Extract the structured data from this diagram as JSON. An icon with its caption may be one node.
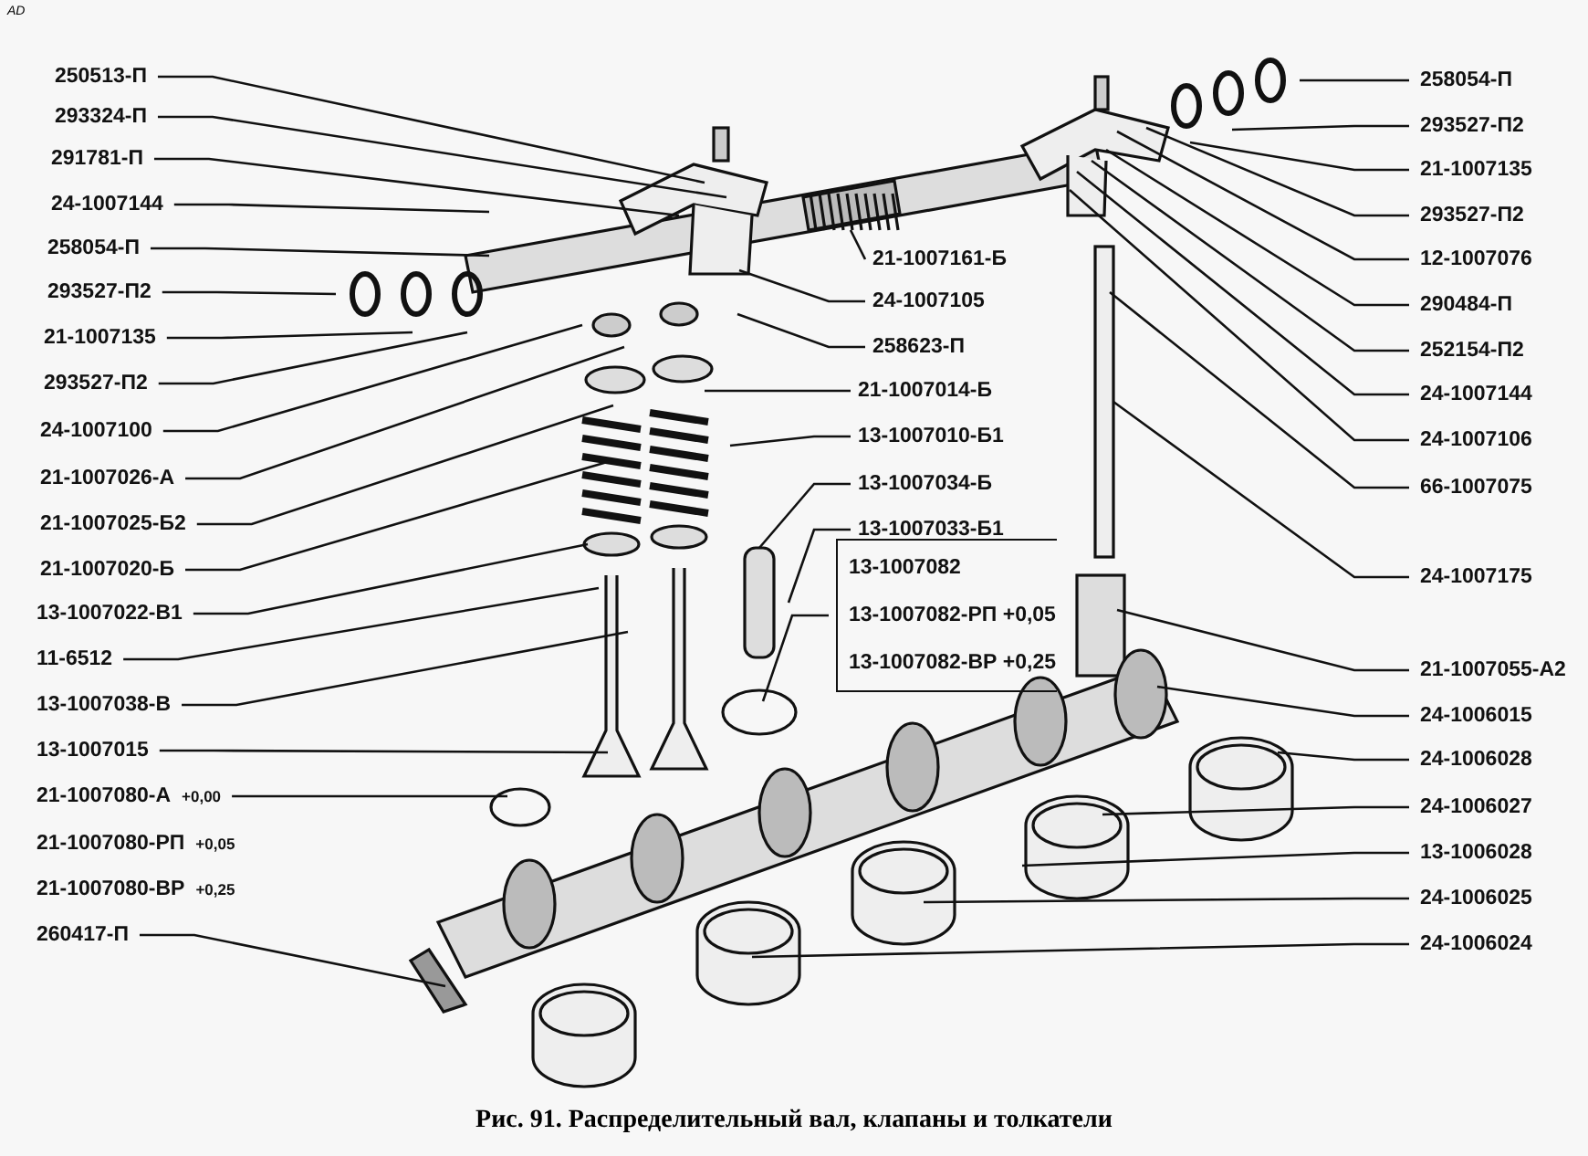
{
  "diagram": {
    "caption": "Рис. 91. Распределительный вал, клапаны и толкатели",
    "nodes": [
      {
        "text": [
          "250513-П"
        ]
      },
      {
        "text": [
          "293324-П"
        ]
      },
      {
        "text": [
          "291781-П"
        ]
      },
      {
        "text": [
          "24-1007144"
        ]
      },
      {
        "text": [
          "258054-П"
        ]
      },
      {
        "text": [
          "293527-П2"
        ]
      },
      {
        "text": [
          "21-1007135"
        ]
      },
      {
        "text": [
          "293527-П2"
        ]
      },
      {
        "text": [
          "24-1007100"
        ]
      },
      {
        "text": [
          "21-1007026-А"
        ]
      },
      {
        "text": [
          "21-1007025-Б2"
        ]
      },
      {
        "text": [
          "21-1007020-Б"
        ]
      },
      {
        "text": [
          "13-1007022-В1"
        ]
      },
      {
        "text": [
          "11-6512"
        ]
      },
      {
        "text": [
          "13-1007038-В"
        ]
      },
      {
        "text": [
          "13-1007015"
        ]
      },
      {
        "text": [
          "21-1007080-А",
          "+0,00"
        ]
      },
      {
        "text": [
          "21-1007080-РП",
          "+0,05"
        ]
      },
      {
        "text": [
          "21-1007080-ВР",
          "+0,25"
        ]
      },
      {
        "text": [
          "260417-П"
        ]
      },
      {
        "text": [
          "21-1007161-Б"
        ]
      },
      {
        "text": [
          "24-1007105"
        ]
      },
      {
        "text": [
          "258623-П"
        ]
      },
      {
        "text": [
          "21-1007014-Б"
        ]
      },
      {
        "text": [
          "13-1007010-Б1"
        ]
      },
      {
        "text": [
          "13-1007034-Б"
        ]
      },
      {
        "text": [
          "13-1007033-Б1"
        ]
      },
      {
        "text": [
          "13-1007082",
          "13-1007082-РП +0,05",
          "13-1007082-ВР +0,25"
        ]
      },
      {
        "text": [
          "258054-П"
        ]
      },
      {
        "text": [
          "293527-П2"
        ]
      },
      {
        "text": [
          "21-1007135"
        ]
      },
      {
        "text": [
          "293527-П2"
        ]
      },
      {
        "text": [
          "12-1007076"
        ]
      },
      {
        "text": [
          "290484-П"
        ]
      },
      {
        "text": [
          "252154-П2"
        ]
      },
      {
        "text": [
          "24-1007144"
        ]
      },
      {
        "text": [
          "24-1007106"
        ]
      },
      {
        "text": [
          "66-1007075"
        ]
      },
      {
        "text": [
          "24-1007175"
        ]
      },
      {
        "text": [
          "21-1007055-А2"
        ]
      },
      {
        "text": [
          "24-1006015"
        ]
      },
      {
        "text": [
          "24-1006028"
        ]
      },
      {
        "text": [
          "24-1006027"
        ]
      },
      {
        "text": [
          "13-1006028"
        ]
      },
      {
        "text": [
          "24-1006025"
        ]
      },
      {
        "text": [
          "24-1006024"
        ]
      }
    ],
    "edges": [
      {
        "from": 0,
        "to": null,
        "arrow": "none"
      },
      {
        "from": 1,
        "to": null,
        "arrow": "none"
      },
      {
        "from": 2,
        "to": null,
        "arrow": "none"
      },
      {
        "from": 3,
        "to": null,
        "arrow": "none"
      },
      {
        "from": 4,
        "to": null,
        "arrow": "none"
      },
      {
        "from": 5,
        "to": null,
        "arrow": "none"
      },
      {
        "from": 6,
        "to": null,
        "arrow": "none"
      },
      {
        "from": 7,
        "to": null,
        "arrow": "none"
      },
      {
        "from": 8,
        "to": null,
        "arrow": "none"
      },
      {
        "from": 9,
        "to": null,
        "arrow": "none"
      },
      {
        "from": 10,
        "to": null,
        "arrow": "none"
      },
      {
        "from": 11,
        "to": null,
        "arrow": "none"
      },
      {
        "from": 12,
        "to": null,
        "arrow": "none"
      },
      {
        "from": 13,
        "to": null,
        "arrow": "none"
      },
      {
        "from": 14,
        "to": null,
        "arrow": "none"
      },
      {
        "from": 15,
        "to": null,
        "arrow": "none"
      },
      {
        "from": 16,
        "to": null,
        "arrow": "none"
      },
      {
        "from": 19,
        "to": null,
        "arrow": "none"
      },
      {
        "from": 20,
        "to": null,
        "arrow": "none"
      },
      {
        "from": 21,
        "to": null,
        "arrow": "none"
      },
      {
        "from": 22,
        "to": null,
        "arrow": "none"
      },
      {
        "from": 23,
        "to": null,
        "arrow": "none"
      },
      {
        "from": 24,
        "to": null,
        "arrow": "none"
      },
      {
        "from": 25,
        "to": null,
        "arrow": "none"
      },
      {
        "from": 26,
        "to": null,
        "arrow": "none"
      },
      {
        "from": 27,
        "to": null,
        "arrow": "none"
      },
      {
        "from": 28,
        "to": null,
        "arrow": "none"
      },
      {
        "from": 29,
        "to": null,
        "arrow": "none"
      },
      {
        "from": 30,
        "to": null,
        "arrow": "none"
      },
      {
        "from": 31,
        "to": null,
        "arrow": "none"
      },
      {
        "from": 32,
        "to": null,
        "arrow": "none"
      },
      {
        "from": 33,
        "to": null,
        "arrow": "none"
      },
      {
        "from": 34,
        "to": null,
        "arrow": "none"
      },
      {
        "from": 35,
        "to": null,
        "arrow": "none"
      },
      {
        "from": 36,
        "to": null,
        "arrow": "none"
      },
      {
        "from": 37,
        "to": null,
        "arrow": "none"
      },
      {
        "from": 38,
        "to": null,
        "arrow": "none"
      },
      {
        "from": 39,
        "to": null,
        "arrow": "none"
      },
      {
        "from": 40,
        "to": null,
        "arrow": "none"
      },
      {
        "from": 41,
        "to": null,
        "arrow": "none"
      },
      {
        "from": 42,
        "to": null,
        "arrow": "none"
      },
      {
        "from": 43,
        "to": null,
        "arrow": "none"
      },
      {
        "from": 44,
        "to": null,
        "arrow": "none"
      },
      {
        "from": 45,
        "to": null,
        "arrow": "none"
      }
    ],
    "labels": [
      "AD"
    ]
  }
}
